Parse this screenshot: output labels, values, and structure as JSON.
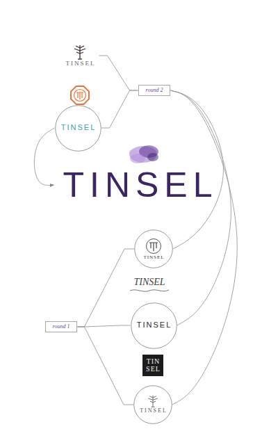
{
  "diagram": {
    "nodes": [
      {
        "text": [
          "TINSEL"
        ]
      },
      {
        "text": [
          "TINSEL"
        ]
      },
      {
        "text": [
          "TINSEL"
        ]
      },
      {
        "text": [
          "round 2"
        ]
      },
      {
        "text": [
          "TINSEL"
        ]
      },
      {
        "text": [
          "TINSEL"
        ]
      },
      {
        "text": [
          "TINSEL"
        ]
      },
      {
        "text": [
          "round 1"
        ]
      },
      {
        "text": [
          "TINSEL"
        ]
      },
      {
        "text": [
          "TIN SEL"
        ]
      },
      {
        "text": [
          "TINSEL"
        ]
      }
    ],
    "edges": [
      {
        "from": 0,
        "to": 3,
        "arrow": "none"
      },
      {
        "from": 2,
        "to": 3,
        "arrow": "none"
      },
      {
        "from": 2,
        "to": 4,
        "arrow": "to"
      },
      {
        "from": 3,
        "to": 5,
        "arrow": "none"
      },
      {
        "from": 3,
        "to": 8,
        "arrow": "none"
      },
      {
        "from": 3,
        "to": 10,
        "arrow": "none"
      },
      {
        "from": 7,
        "to": 5,
        "arrow": "none"
      },
      {
        "from": 7,
        "to": 8,
        "arrow": "none"
      },
      {
        "from": 7,
        "to": 10,
        "arrow": "none"
      }
    ]
  }
}
